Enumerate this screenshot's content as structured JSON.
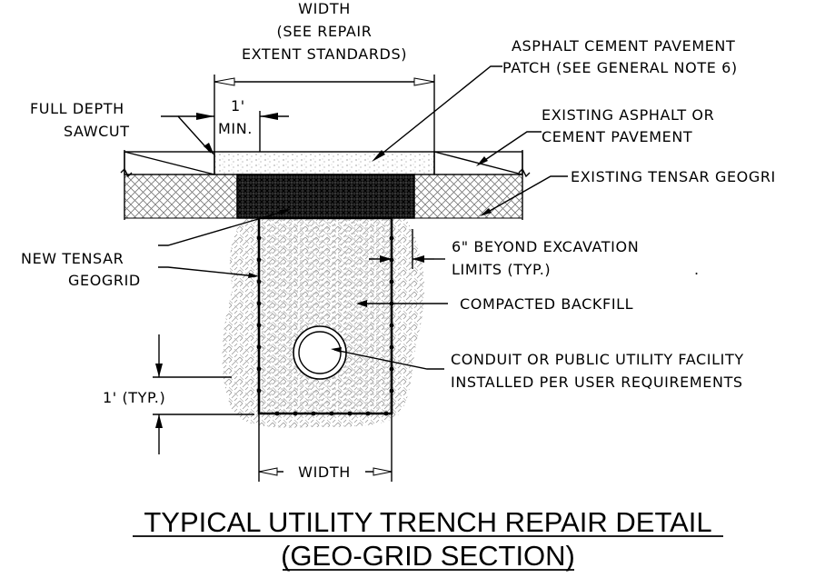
{
  "labels": {
    "width_top_line1": "WIDTH",
    "width_top_line2": "(SEE REPAIR",
    "width_top_line3": "EXTENT STANDARDS)",
    "patch_line1": "ASPHALT CEMENT PAVEMENT",
    "patch_line2": "PATCH (SEE GENERAL NOTE 6)",
    "sawcut_line1": "FULL DEPTH",
    "sawcut_line2": "SAWCUT",
    "min_line1": "1'",
    "min_line2": "MIN.",
    "existing_pavement_line1": "EXISTING ASPHALT OR",
    "existing_pavement_line2": "CEMENT PAVEMENT",
    "existing_geogrid": "EXISTING TENSAR GEOGRI",
    "new_geogrid_line1": "NEW TENSAR",
    "new_geogrid_line2": "GEOGRID",
    "beyond_line1": "6\" BEYOND EXCAVATION",
    "beyond_line2": "LIMITS (TYP.)",
    "beyond_dot": ".",
    "backfill": "COMPACTED BACKFILL",
    "conduit_line1": "CONDUIT OR PUBLIC UTILITY FACILITY",
    "conduit_line2": "INSTALLED PER USER REQUIREMENTS",
    "typ_1ft": "1' (TYP.)",
    "width_bottom": "WIDTH"
  },
  "title": {
    "line1": "TYPICAL UTILITY TRENCH REPAIR DETAIL",
    "line2": "(GEO-GRID SECTION)"
  }
}
